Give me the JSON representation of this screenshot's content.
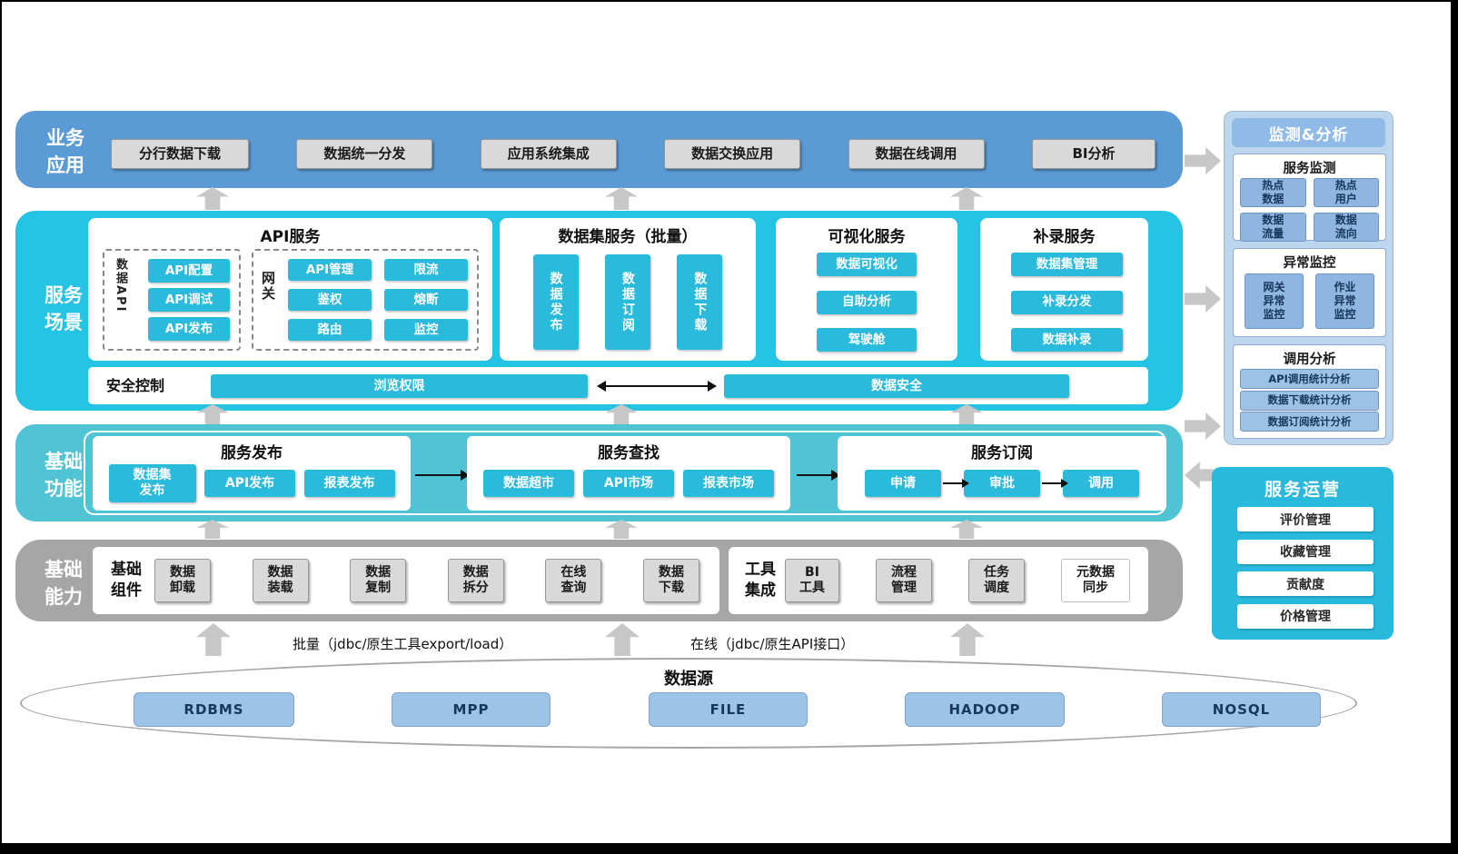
{
  "business": {
    "label": "业务\n应用",
    "items": [
      "分行数据下载",
      "数据统一分发",
      "应用系统集成",
      "数据交换应用",
      "数据在线调用",
      "BI分析"
    ]
  },
  "scenario": {
    "label": "服务\n场景",
    "api": {
      "title": "API服务",
      "data_api_label": "数据API",
      "data_api_items": [
        "API配置",
        "API调试",
        "API发布"
      ],
      "gateway_label": "网关",
      "gateway_items": [
        "API管理",
        "限流",
        "鉴权",
        "熔断",
        "路由",
        "监控"
      ]
    },
    "dataset": {
      "title": "数据集服务（批量）",
      "items": [
        "数据发布",
        "数据订阅",
        "数据下载"
      ]
    },
    "visual": {
      "title": "可视化服务",
      "items": [
        "数据可视化",
        "自助分析",
        "驾驶舱"
      ]
    },
    "supplement": {
      "title": "补录服务",
      "items": [
        "数据集管理",
        "补录分发",
        "数据补录"
      ]
    },
    "security": {
      "label": "安全控制",
      "items": [
        "浏览权限",
        "数据安全"
      ]
    }
  },
  "functions": {
    "label": "基础\n功能",
    "publish": {
      "title": "服务发布",
      "items": [
        "数据集\n发布",
        "API发布",
        "报表发布"
      ]
    },
    "search": {
      "title": "服务查找",
      "items": [
        "数据超市",
        "API市场",
        "报表市场"
      ]
    },
    "subscribe": {
      "title": "服务订阅",
      "items": [
        "申请",
        "审批",
        "调用"
      ]
    }
  },
  "capability": {
    "label": "基础\n能力",
    "components": {
      "title": "基础\n组件",
      "items": [
        "数据\n卸载",
        "数据\n装载",
        "数据\n复制",
        "数据\n拆分",
        "在线\n查询",
        "数据\n下载"
      ]
    },
    "tools": {
      "title": "工具\n集成",
      "items": [
        "BI\n工具",
        "流程\n管理",
        "任务\n调度",
        "元数据\n同步"
      ]
    }
  },
  "connectors": {
    "batch": "批量（jdbc/原生工具export/load）",
    "online": "在线（jdbc/原生API接口）"
  },
  "datasource": {
    "title": "数据源",
    "items": [
      "RDBMS",
      "MPP",
      "FILE",
      "HADOOP",
      "NOSQL"
    ]
  },
  "monitor": {
    "title": "监测&分析",
    "service_monitor": {
      "title": "服务监测",
      "items": [
        "热点\n数据",
        "热点\n用户",
        "数据\n流量",
        "数据\n流向"
      ]
    },
    "exception": {
      "title": "异常监控",
      "items": [
        "网关\n异常\n监控",
        "作业\n异常\n监控"
      ]
    },
    "call_analysis": {
      "title": "调用分析",
      "items": [
        "API调用统计分析",
        "数据下载统计分析",
        "数据订阅统计分析"
      ]
    }
  },
  "operation": {
    "title": "服务运营",
    "items": [
      "评价管理",
      "收藏管理",
      "贡献度",
      "价格管理"
    ]
  },
  "colors": {
    "business_band": "#5B9BD5",
    "scenario_band": "#25C3E4",
    "functions_band": "#50C4D4",
    "capability_band": "#A6A6A6",
    "cyan_button": "#2ABADC",
    "gray_button": "#D9D9D9",
    "monitor_panel": "#BCD6EE",
    "monitor_button": "#8FB6E0",
    "operation_panel": "#29B9DC",
    "datasource_button": "#9DC3E6",
    "arrow": "#C7C7C7"
  }
}
